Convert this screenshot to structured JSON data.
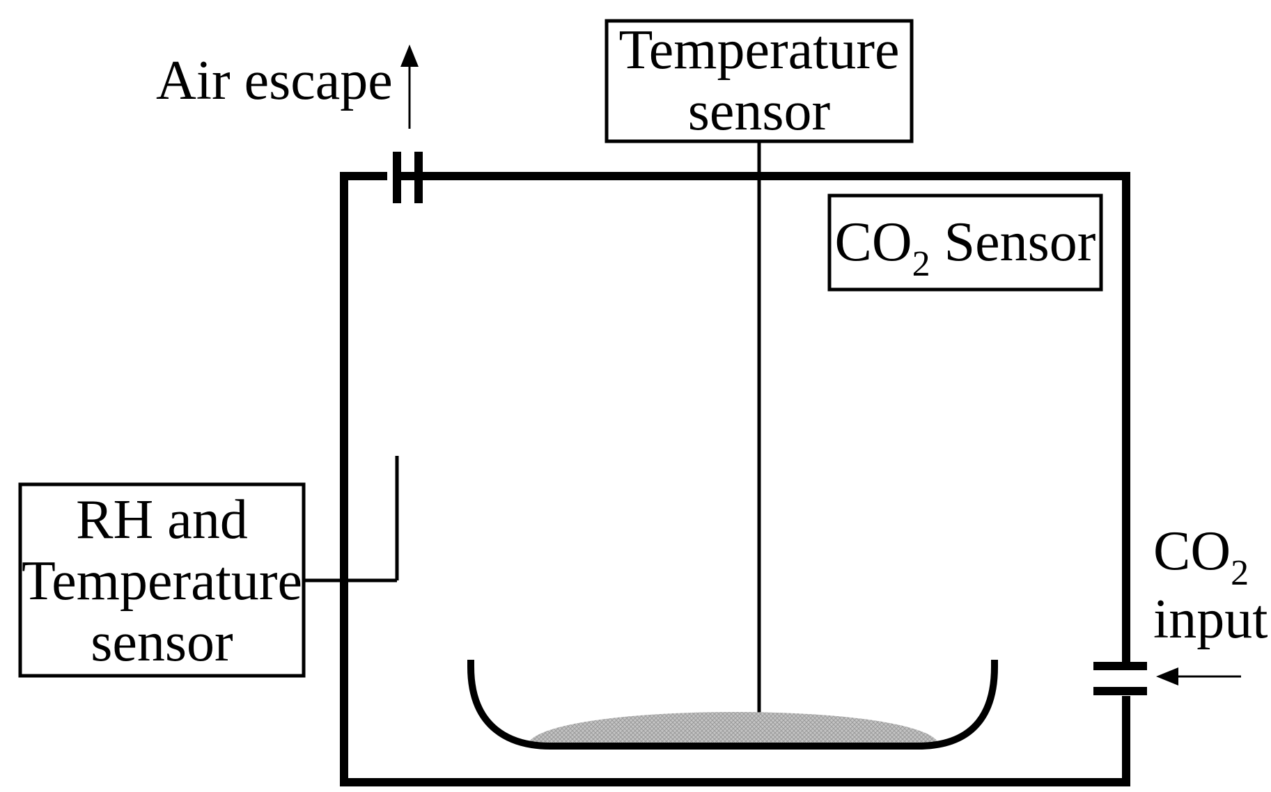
{
  "labels": {
    "air_escape": "Air escape",
    "temp_sensor_line1": "Temperature",
    "temp_sensor_line2": "sensor",
    "co2_sensor_prefix": "CO",
    "co2_sensor_sub": "2",
    "co2_sensor_suffix": " Sensor",
    "rh_line1": "RH and",
    "rh_line2": "Temperature",
    "rh_line3": "sensor",
    "co2_input_prefix": "CO",
    "co2_input_sub": "2",
    "co2_input_line2": "input"
  },
  "colors": {
    "stroke": "#000000",
    "sample_fill": "#b8b8b8"
  }
}
